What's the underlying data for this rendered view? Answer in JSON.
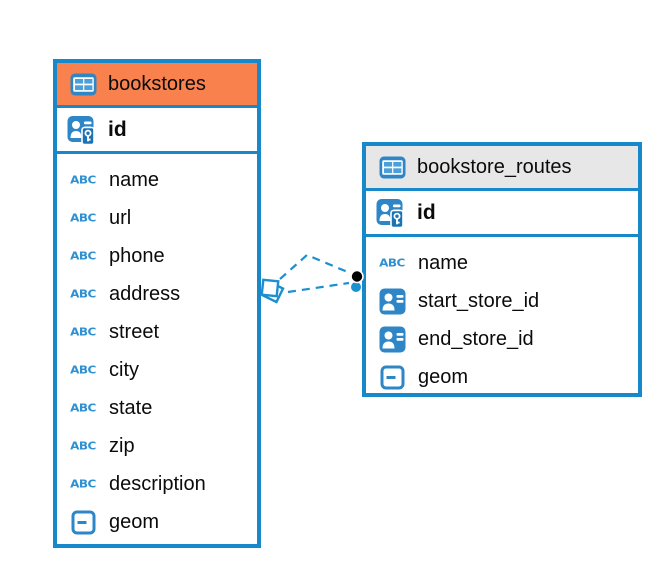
{
  "app": {
    "view": "er-diagram"
  },
  "colors": {
    "accent_blue": "#1789CB",
    "icon_blue": "#2E86C7",
    "icon_cell_blue": "#4BA0D8",
    "relationship_blue": "#1B8FD0",
    "orange_header": "#F8814E",
    "gray_header": "#E7E7E7",
    "text": "#0B0B0B"
  },
  "icons": {
    "table": "table-icon",
    "primary_key": "person-key-icon",
    "foreign_key": "person-icon",
    "text_type": "abc-text-icon",
    "geometry_type": "geometry-icon"
  },
  "tables": [
    {
      "title": "bookstores",
      "header_style": "orange",
      "pk": "id",
      "columns": [
        "name",
        "url",
        "phone",
        "address",
        "street",
        "city",
        "state",
        "zip",
        "description",
        "geom"
      ],
      "column_types": [
        "text",
        "text",
        "text",
        "text",
        "text",
        "text",
        "text",
        "text",
        "text",
        "geometry"
      ]
    },
    {
      "title": "bookstore_routes",
      "header_style": "gray",
      "pk": "id",
      "columns": [
        "name",
        "start_store_id",
        "end_store_id",
        "geom"
      ],
      "column_types": [
        "text",
        "foreign_key",
        "foreign_key",
        "geometry"
      ]
    }
  ],
  "relationship": {
    "from_table": "bookstores",
    "to_table": "bookstore_routes",
    "line_style": "dashed",
    "line_count": 2,
    "source_marker": "double-square",
    "target_marker": "dot",
    "color": "#1B8FD0"
  }
}
